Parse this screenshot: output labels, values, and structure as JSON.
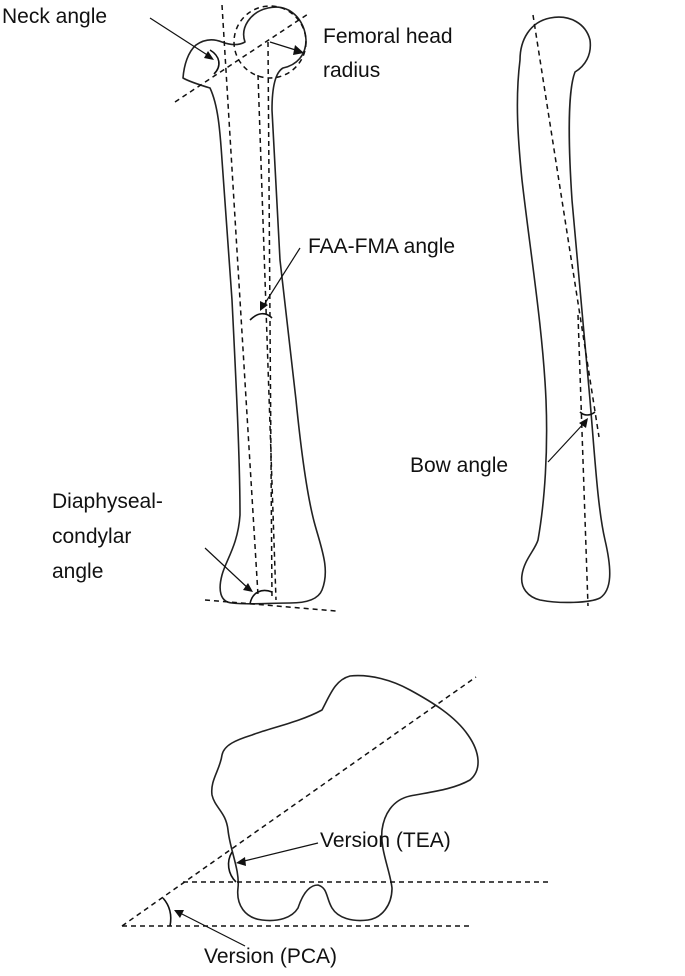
{
  "labels": {
    "neck_angle": "Neck angle",
    "femoral_head_radius_line1": "Femoral head",
    "femoral_head_radius_line2": "radius",
    "faa_fma_angle": "FAA-FMA angle",
    "diaphyseal_line1": "Diaphyseal-",
    "diaphyseal_line2": "condylar",
    "diaphyseal_line3": "angle",
    "bow_angle": "Bow angle",
    "version_tea": "Version (TEA)",
    "version_pca": "Version (PCA)"
  },
  "colors": {
    "ink": "#111111",
    "background": "#ffffff"
  }
}
